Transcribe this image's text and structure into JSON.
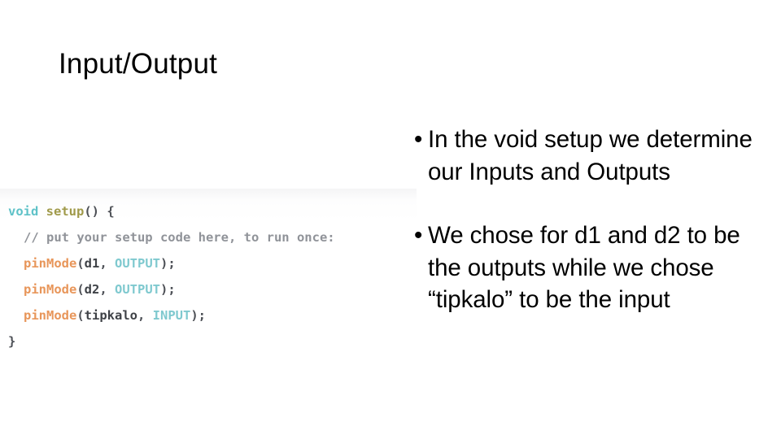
{
  "slide": {
    "title": "Input/Output",
    "background_color": "#ffffff",
    "text_color": "#000000"
  },
  "code_block": {
    "language": "arduino",
    "bullet_marker": "•",
    "colors": {
      "type_keyword": "#5fc2c8",
      "function_name": "#a09a4a",
      "function_call": "#e8965a",
      "constant": "#7fc9cf",
      "comment": "#909399",
      "punctuation": "#4d5056",
      "identifier": "#3f4247"
    },
    "lines": [
      {
        "indent": 0,
        "tokens": [
          {
            "t": "void",
            "c": "tk-type"
          },
          {
            "t": " ",
            "c": "tk-punc"
          },
          {
            "t": "setup",
            "c": "tk-fn"
          },
          {
            "t": "() {",
            "c": "tk-punc"
          }
        ]
      },
      {
        "indent": 1,
        "tokens": [
          {
            "t": "// put your setup code here, to run once:",
            "c": "tk-comment"
          }
        ]
      },
      {
        "indent": 1,
        "tokens": [
          {
            "t": "pinMode",
            "c": "tk-call"
          },
          {
            "t": "(",
            "c": "tk-punc"
          },
          {
            "t": "d1",
            "c": "tk-ident"
          },
          {
            "t": ", ",
            "c": "tk-punc"
          },
          {
            "t": "OUTPUT",
            "c": "tk-const"
          },
          {
            "t": ");",
            "c": "tk-punc"
          }
        ]
      },
      {
        "indent": 1,
        "tokens": [
          {
            "t": "pinMode",
            "c": "tk-call"
          },
          {
            "t": "(",
            "c": "tk-punc"
          },
          {
            "t": "d2",
            "c": "tk-ident"
          },
          {
            "t": ", ",
            "c": "tk-punc"
          },
          {
            "t": "OUTPUT",
            "c": "tk-const"
          },
          {
            "t": ");",
            "c": "tk-punc"
          }
        ]
      },
      {
        "indent": 1,
        "tokens": [
          {
            "t": "pinMode",
            "c": "tk-call"
          },
          {
            "t": "(",
            "c": "tk-punc"
          },
          {
            "t": "tipkalo",
            "c": "tk-ident"
          },
          {
            "t": ", ",
            "c": "tk-punc"
          },
          {
            "t": "INPUT",
            "c": "tk-const"
          },
          {
            "t": ");",
            "c": "tk-punc"
          }
        ]
      },
      {
        "indent": 0,
        "tokens": [
          {
            "t": "}",
            "c": "tk-punc"
          }
        ]
      }
    ],
    "plain_text": "void setup() {\n  // put your setup code here, to run once:\n  pinMode(d1, OUTPUT);\n  pinMode(d2, OUTPUT);\n  pinMode(tipkalo, INPUT);\n}"
  },
  "bullets": [
    {
      "marker": "•",
      "text": "In the void setup we determine our Inputs and Outputs"
    },
    {
      "marker": "•",
      "text": "We chose for d1 and d2 to be the outputs while we chose “tipkalo” to be the input"
    }
  ]
}
